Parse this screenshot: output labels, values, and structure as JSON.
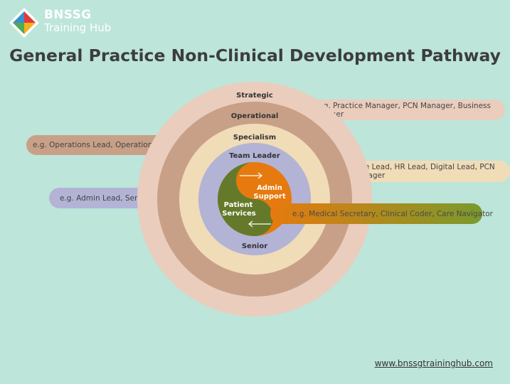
{
  "header": {
    "brand_line1": "BNSSG",
    "brand_line2": "Training Hub",
    "title": "General Practice Non-Clinical Development Pathway"
  },
  "rings": {
    "strategic": "Strategic",
    "operational": "Operational",
    "specialism": "Specialism",
    "team_leader": "Team Leader",
    "senior": "Senior"
  },
  "core": {
    "admin_line1": "Admin",
    "admin_line2": "Support",
    "patient_line1": "Patient",
    "patient_line2": "Services"
  },
  "examples": {
    "strategic": "e.g. Practice Manager, PCN Manager, Business Partner",
    "operational": "e.g. Operations Lead, Operations Manager",
    "specialism": "e.g. Finance Lead, HR Lead, Digital Lead, PCN Project Manager",
    "team_leader": "e.g. Admin Lead, Senior Receptionist",
    "core": "e.g. Medical Secretary, Clinical Coder, Care Navigator"
  },
  "colors": {
    "background": "#bde5da",
    "strategic": "#eacdbd",
    "operational": "#c8a088",
    "specialism": "#f1dcb8",
    "team_leader": "#b3b3d6",
    "admin": "#e67a0e",
    "patient": "#647a2a"
  },
  "footer": {
    "url": "www.bnssgtraininghub.com"
  }
}
